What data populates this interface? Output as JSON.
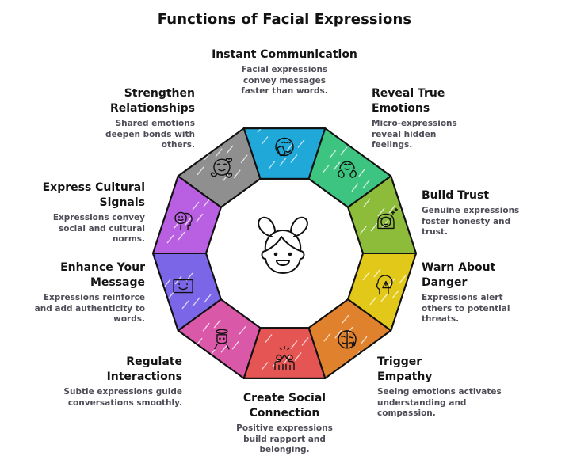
{
  "title": "Functions of Facial Expressions",
  "center_icon": "smiling-girl-face-icon",
  "segments": [
    {
      "id": "instant-communication",
      "heading": "Instant Communication",
      "description": "Facial expressions convey messages faster than words.",
      "color": "#1fa8d8",
      "icon": "face-with-phone-icon"
    },
    {
      "id": "reveal-true-emotions",
      "heading": "Reveal True Emotions",
      "description": "Micro-expressions reveal hidden feelings.",
      "color": "#3cc480",
      "icon": "hugging-face-icon"
    },
    {
      "id": "build-trust",
      "heading": "Build Trust",
      "description": "Genuine expressions foster honesty and trust.",
      "color": "#8dbb3a",
      "icon": "sparkling-woman-face-icon"
    },
    {
      "id": "warn-about-danger",
      "heading": "Warn About Danger",
      "description": "Expressions alert others to potential threats.",
      "color": "#e2c818",
      "icon": "head-warning-icon"
    },
    {
      "id": "trigger-empathy",
      "heading": "Trigger Empathy",
      "description": "Seeing emotions activates understanding and compassion.",
      "color": "#e0812e",
      "icon": "half-happy-half-sad-face-icon"
    },
    {
      "id": "create-social-connection",
      "heading": "Create Social Connection",
      "description": "Positive expressions build rapport and belonging.",
      "color": "#e45553",
      "icon": "high-five-people-icon"
    },
    {
      "id": "regulate-interactions",
      "heading": "Regulate Interactions",
      "description": "Subtle expressions guide conversations smoothly.",
      "color": "#d958a8",
      "icon": "halo-person-icon"
    },
    {
      "id": "enhance-your-message",
      "heading": "Enhance Your Message",
      "description": "Expressions reinforce and add authenticity to words.",
      "color": "#7a66e6",
      "icon": "smiley-screen-icon"
    },
    {
      "id": "express-cultural-signals",
      "heading": "Express Cultural Signals",
      "description": "Expressions convey social and cultural norms.",
      "color": "#b85fe2",
      "icon": "head-with-smiley-icon"
    },
    {
      "id": "strengthen-relationships",
      "heading": "Strengthen Relationships",
      "description": "Shared emotions deepen bonds with others.",
      "color": "#8f8f8f",
      "icon": "face-with-hearts-icon"
    }
  ]
}
